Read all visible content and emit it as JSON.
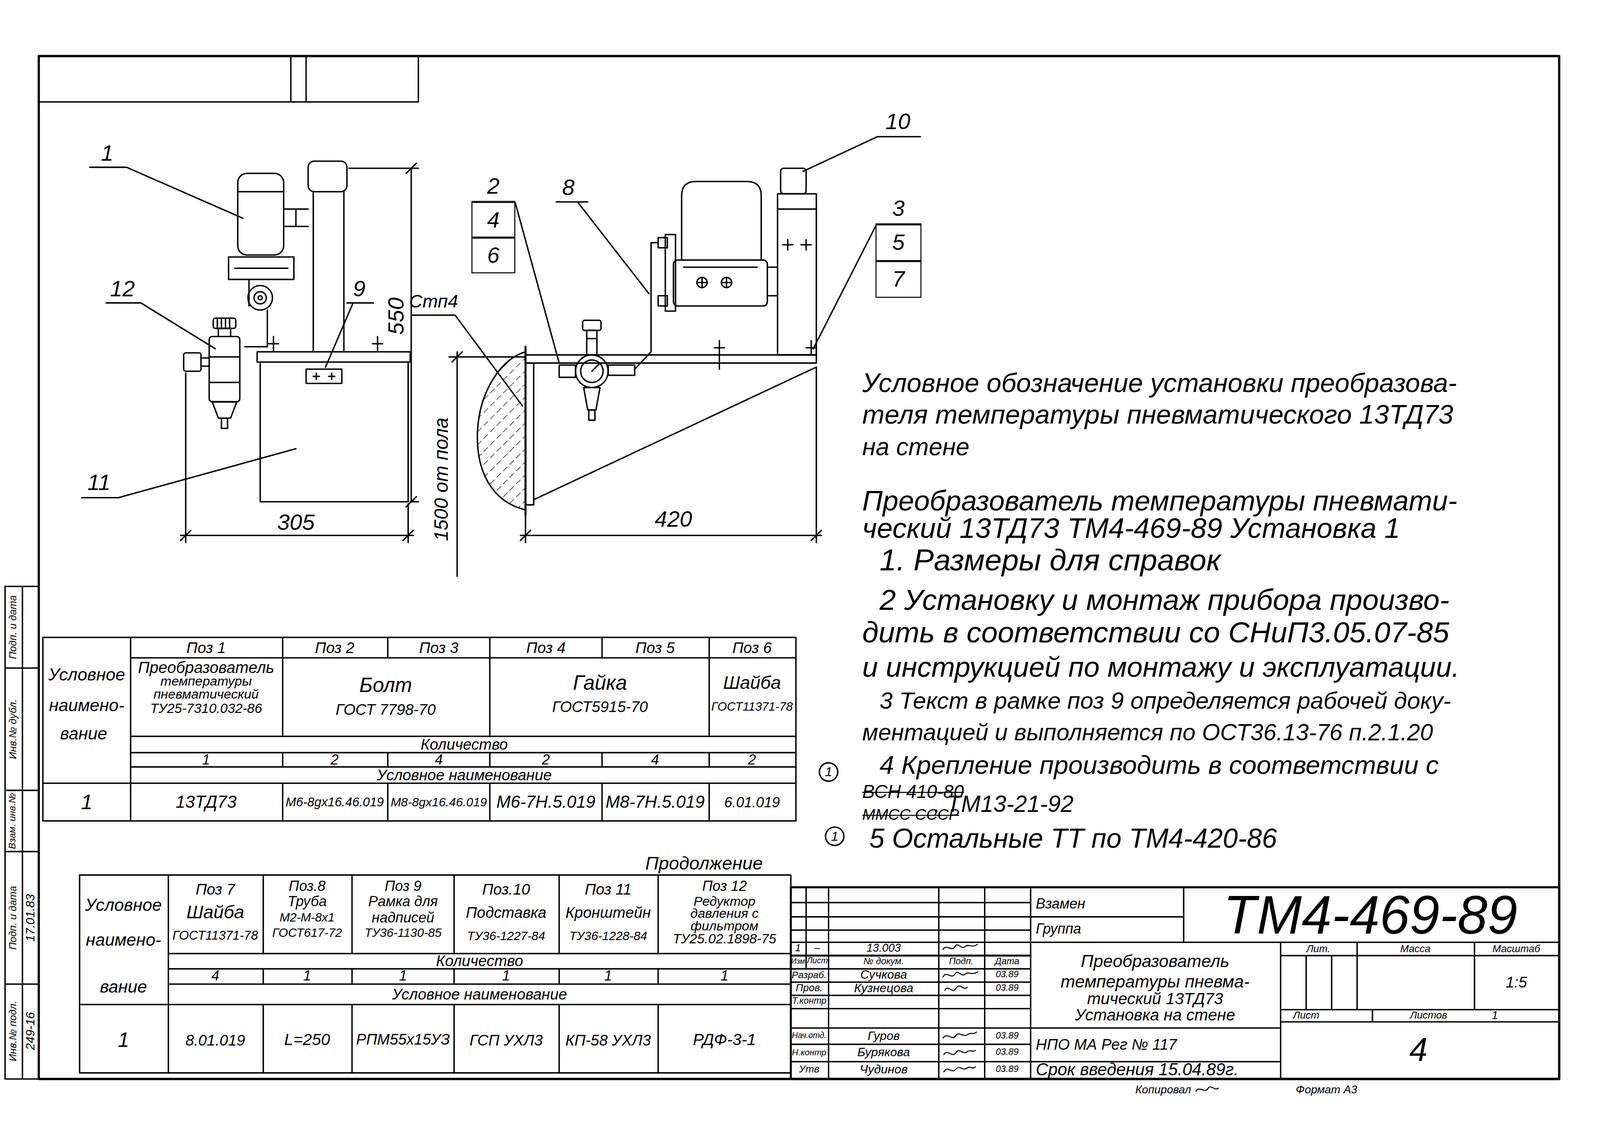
{
  "diagram": {
    "nodes": [
      {
        "text": [
          "2"
        ]
      },
      {
        "text": [
          "4"
        ]
      },
      {
        "text": [
          "6"
        ]
      },
      {
        "text": [
          "3"
        ]
      },
      {
        "text": [
          "5"
        ]
      },
      {
        "text": [
          "7"
        ]
      }
    ],
    "labels": [
      "1",
      "12",
      "11",
      "9",
      "550",
      "305",
      "Стп4",
      "1500 от пола",
      "420",
      "8",
      "10",
      "Условное обозначение установки преобразова-",
      "теля температуры пневматического 13ТД73",
      "на стене",
      "Преобразователь температуры пневмати-",
      "ческий 13ТД73 ТМ4-469-89 Установка 1",
      "1. Размеры для справок",
      "2 Установку и монтаж прибора произво-",
      "дить в соответствии со СНиП3.05.07-85",
      "и инструкцией по монтажу и эксплуатации.",
      "3 Текст в рамке поз 9 определяется рабочей доку-",
      "ментацией и выполняется по ОСТ36.13-76 п.2.1.20",
      "4 Крепление производить в соответствии с",
      "ВСН 410-80",
      "ММСС СССР",
      ", ТМ13-21-92",
      "5 Остальные ТТ по ТМ4-420-86",
      "1",
      "1",
      "Условное",
      "наимено-",
      "вание",
      "Поз 1",
      "Преобразователь",
      "температуры",
      "пневматический",
      "ТУ25-7310.032-86",
      "Поз 2",
      "Поз 3",
      "Поз 4",
      "Поз 5",
      "Поз 6",
      "Болт",
      "ГОСТ 7798-70",
      "Гайка",
      "ГОСТ5915-70",
      "Шайба",
      "ГОСТ11371-78",
      "Количество",
      "1",
      "2",
      "4",
      "2",
      "4",
      "2",
      "Условное наименование",
      "1",
      "13ТД73",
      "М6-8gx16.46.019",
      "М8-8gx16.46.019",
      "М6-7Н.5.019",
      "М8-7Н.5.019",
      "6.01.019",
      "Продолжение",
      "Условное",
      "наимено-",
      "вание",
      "Поз 7",
      "Шайба",
      "ГОСТ11371-78",
      "Поз.8",
      "Труба",
      "М2-М-8х1",
      "ГОСТ617-72",
      "Поз 9",
      "Рамка для",
      "надписей",
      "ТУ36-1130-85",
      "Поз.10",
      "Подставка",
      "ТУ36-1227-84",
      "Поз 11",
      "Кронштейн",
      "ТУ36-1228-84",
      "Поз 12",
      "Редуктор",
      "давления с",
      "фильтром",
      "ТУ25.02.1898-75",
      "Количество",
      "4",
      "1",
      "1",
      "1",
      "1",
      "1",
      "Условное наименование",
      "1",
      "8.01.019",
      "L=250",
      "РПМ55х15УЗ",
      "ГСП УХЛ3",
      "КП-58 УХЛ3",
      "РДФ-3-1",
      "Взамен",
      "Группа",
      "ТМ4-469-89",
      "1",
      "–",
      "13.003",
      "Изм",
      "Лист",
      "№ докум.",
      "Подп.",
      "Дата",
      "Разраб.",
      "Сучкова",
      "03.89",
      "Пров.",
      "Кузнецова",
      "03.89",
      "Т.контр",
      "Нач.отд.",
      "Гуров",
      "03.89",
      "Н.контр",
      "Бурякова",
      "03.89",
      "Утв",
      "Чудинов",
      "03.89",
      "Преобразователь",
      "температуры пневма-",
      "тический 13ТД73",
      "Установка на стене",
      "Лит.",
      "Масса",
      "Масштаб",
      "1:5",
      "Лист",
      "Листов",
      "1",
      "4",
      "НПО МА Рег № 117",
      "Срок введения 15.04.89г.",
      "Копировал",
      "Формат А3",
      "Инв.№ подл.",
      "249-16",
      "Подп. и дата",
      "17.01.83",
      "Взам. инв.№",
      "Инв.№ дубл.",
      "Подп. и дата"
    ]
  }
}
